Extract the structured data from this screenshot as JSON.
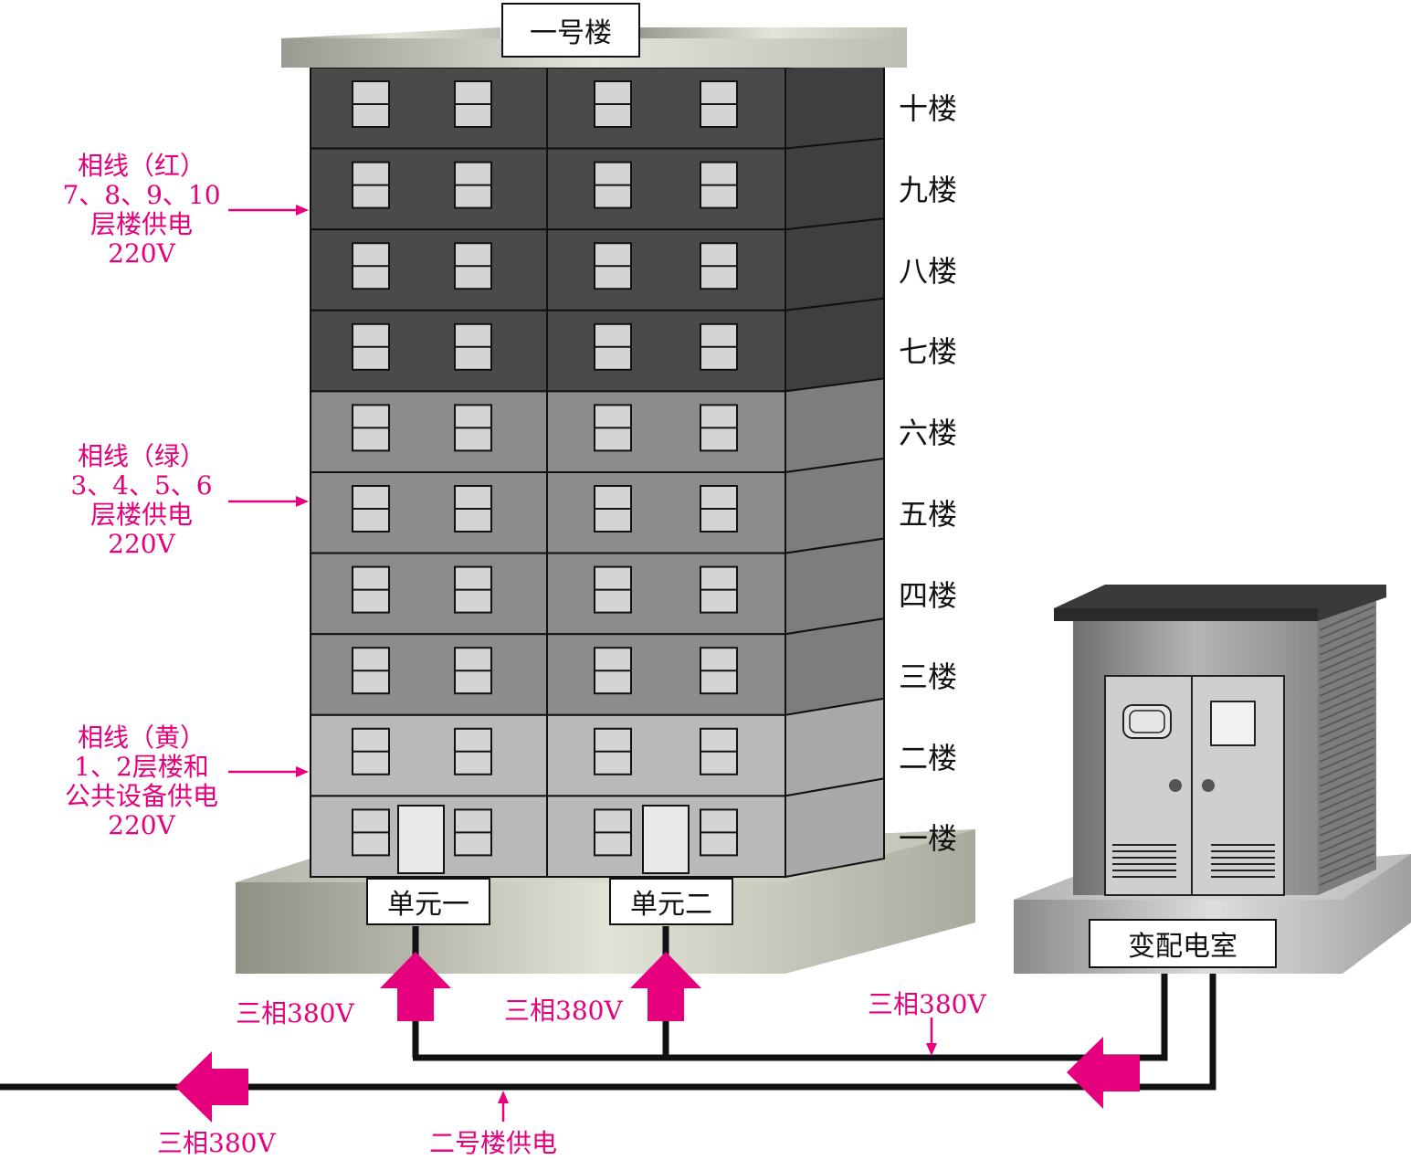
{
  "building": {
    "roof_sign": "一号楼",
    "floors": [
      "十楼",
      "九楼",
      "八楼",
      "七楼",
      "六楼",
      "五楼",
      "四楼",
      "三楼",
      "二楼",
      "一楼"
    ],
    "units": [
      "单元一",
      "单元二"
    ],
    "colors": {
      "upper": "#4a4a4a",
      "middle": "#8c8c8c",
      "lower": "#b9b9b9",
      "magenta": "#e6007e"
    }
  },
  "phases": [
    {
      "lines": [
        "相线（红）",
        "7、8、9、10",
        "层楼供电",
        "220V"
      ]
    },
    {
      "lines": [
        "相线（绿）",
        "3、4、5、6",
        "层楼供电",
        "220V"
      ]
    },
    {
      "lines": [
        "相线（黄）",
        "1、2层楼和",
        "公共设备供电",
        "220V"
      ]
    }
  ],
  "substation": {
    "label": "变配电室"
  },
  "power": {
    "unit1_feed": "三相380V",
    "unit2_feed": "三相380V",
    "substation_feed": "三相380V",
    "outgoing": "三相380V",
    "building2": "二号楼供电"
  }
}
